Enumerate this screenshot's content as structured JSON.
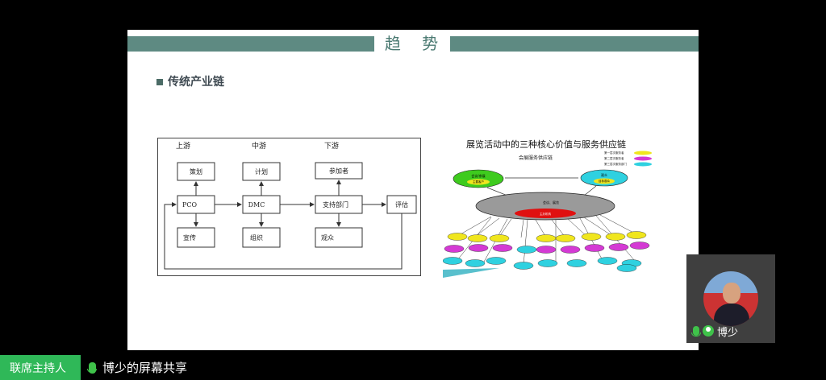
{
  "slide": {
    "title": "趋  势",
    "subtitle": "传统产业链"
  },
  "chain": {
    "headers": [
      "上游",
      "中游",
      "下游"
    ],
    "top": [
      "策划",
      "计划",
      "参加者"
    ],
    "middle": [
      "PCO",
      "DMC",
      "支持部门",
      "评估"
    ],
    "bottom": [
      "宣传",
      "组织",
      "观众"
    ]
  },
  "supply": {
    "title": "展览活动中的三种核心价值与服务供应链",
    "chain_label": "会展服务供应链",
    "legend": [
      "第一层次服务者",
      "第二层次服务者",
      "第三层次服务部门"
    ],
    "legend_colors": [
      "#f0e61e",
      "#d43ad4",
      "#2fd1e0"
    ],
    "left_node": [
      "会议/参展",
      "主要客户"
    ],
    "right_node": [
      "观众",
      "目标观众"
    ],
    "center": [
      "会议、展览"
    ],
    "core": [
      "主办机构"
    ]
  },
  "camera": {
    "name": "博少"
  },
  "bottom_bar": {
    "host_label": "联席主持人",
    "share_label": "博少的屏幕共享"
  }
}
